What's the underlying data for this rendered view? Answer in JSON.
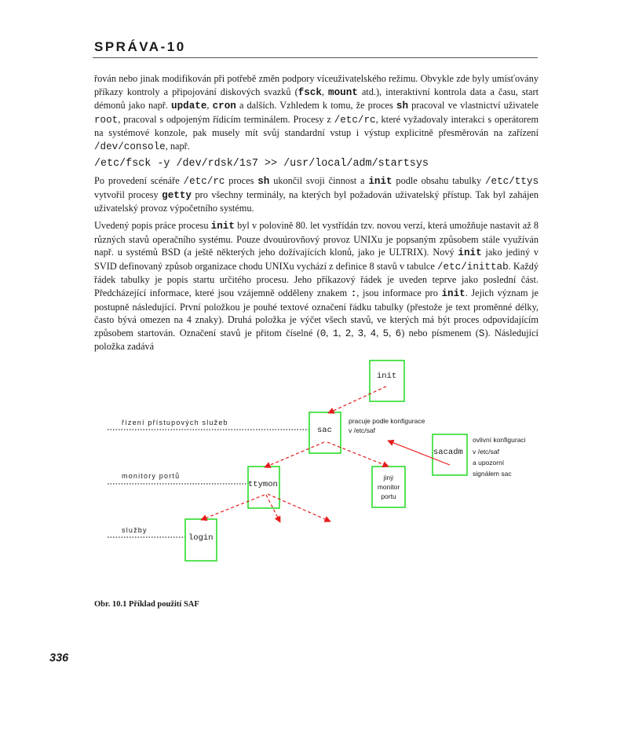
{
  "header": {
    "chapter_title": "SPRÁVA-10"
  },
  "paragraphs": {
    "p1": [
      "řován nebo jinak modifikován při potřebě změn podpory víceuživatelského režimu. Obvykle zde byly umísťovány příkazy kontroly a připojování diskových svazků (",
      "fsck",
      ", ",
      "mount",
      " atd.), interaktivní kontrola data a času, start démonů jako např. ",
      "update",
      ", ",
      "cron",
      " a dalších. Vzhledem k tomu, že proces ",
      "sh",
      " pracoval ve vlastnictví uživatele ",
      "root",
      ", pracoval s odpojeným řídicím terminálem. Procesy z ",
      "/etc/rc",
      ", které vyžadovaly interakci s operátorem na systémové konzole, pak musely mít svůj standardní vstup i výstup explicitně přesměrován na zařízení ",
      "/dev/console",
      ", např."
    ],
    "command": "/etc/fsck -y /dev/rdsk/1s7 >> /usr/local/adm/startsys",
    "p2": [
      "Po provedení scénáře ",
      "/etc/rc",
      " proces ",
      "sh",
      " ukončil svoji činnost a ",
      "init",
      " podle obsahu tabulky ",
      "/etc/ttys",
      " vytvořil procesy ",
      "getty",
      " pro všechny terminály, na kterých byl požadován uživatelský přístup. Tak byl zahájen uživatelský provoz výpočetního systému."
    ],
    "p3": [
      "Uvedený popis práce procesu ",
      "init",
      " byl v polovině 80. let vystřídán tzv. novou verzí, která umožňuje nastavit až 8 různých stavů operačního systému. Pouze dvouúrovňový provoz UNIXu je popsaným způsobem stále využíván např. u systémů BSD (a ještě některých jeho dožívajících klonů, jako je ULTRIX). Nový ",
      "init",
      " jako jediný v SVID definovaný způsob organizace chodu UNIXu vychází z definice 8 stavů v tabulce ",
      "/etc/inittab",
      ". Každý řádek tabulky je popis startu určitého procesu. Jeho příkazový řádek je uveden teprve jako poslední část. Předcházející informace, které jsou vzájemně odděleny znakem ",
      ":",
      ", jsou informace pro ",
      "init",
      ". Jejich význam je postupně následující. První položkou je pouhé textové označení řádku tabulky (přestože je text proměnné délky, často bývá omezen na 4 znaky). Druhá položka je výčet všech stavů, ve kterých má být proces odpovídajícím způsobem startován. Označení stavů je přitom číselné (",
      "0",
      ", ",
      "1",
      ", ",
      "2",
      ", ",
      "3",
      ", ",
      "4",
      ", ",
      "5",
      ", ",
      "6",
      ") nebo písmenem (",
      "S",
      "). Následující položka zadává"
    ]
  },
  "diagram": {
    "labels": {
      "access": "řízení přístupových služeb",
      "monitors": "monitory portů",
      "services": "služby"
    },
    "boxes": {
      "init": "init",
      "sac": "sac",
      "sacadm": "sacadm",
      "ttymon": "ttymon",
      "login": "login",
      "other_l1": "jiný",
      "other_l2": "monitor",
      "other_l3": "portu"
    },
    "notes": {
      "sac_l1": "pracuje podle konfigurace",
      "sac_l2": "v /etc/saf",
      "sacadm_l1": "ovlivní konfiguraci",
      "sacadm_l2": "v /etc/saf",
      "sacadm_l3": "a upozorní",
      "sacadm_l4": "signálem sac"
    },
    "colors": {
      "box": "#2ddc2d",
      "arrow": "#e51b1b",
      "line": "#333333"
    }
  },
  "caption": "Obr. 10.1 Příklad použití SAF",
  "page_number": "336"
}
